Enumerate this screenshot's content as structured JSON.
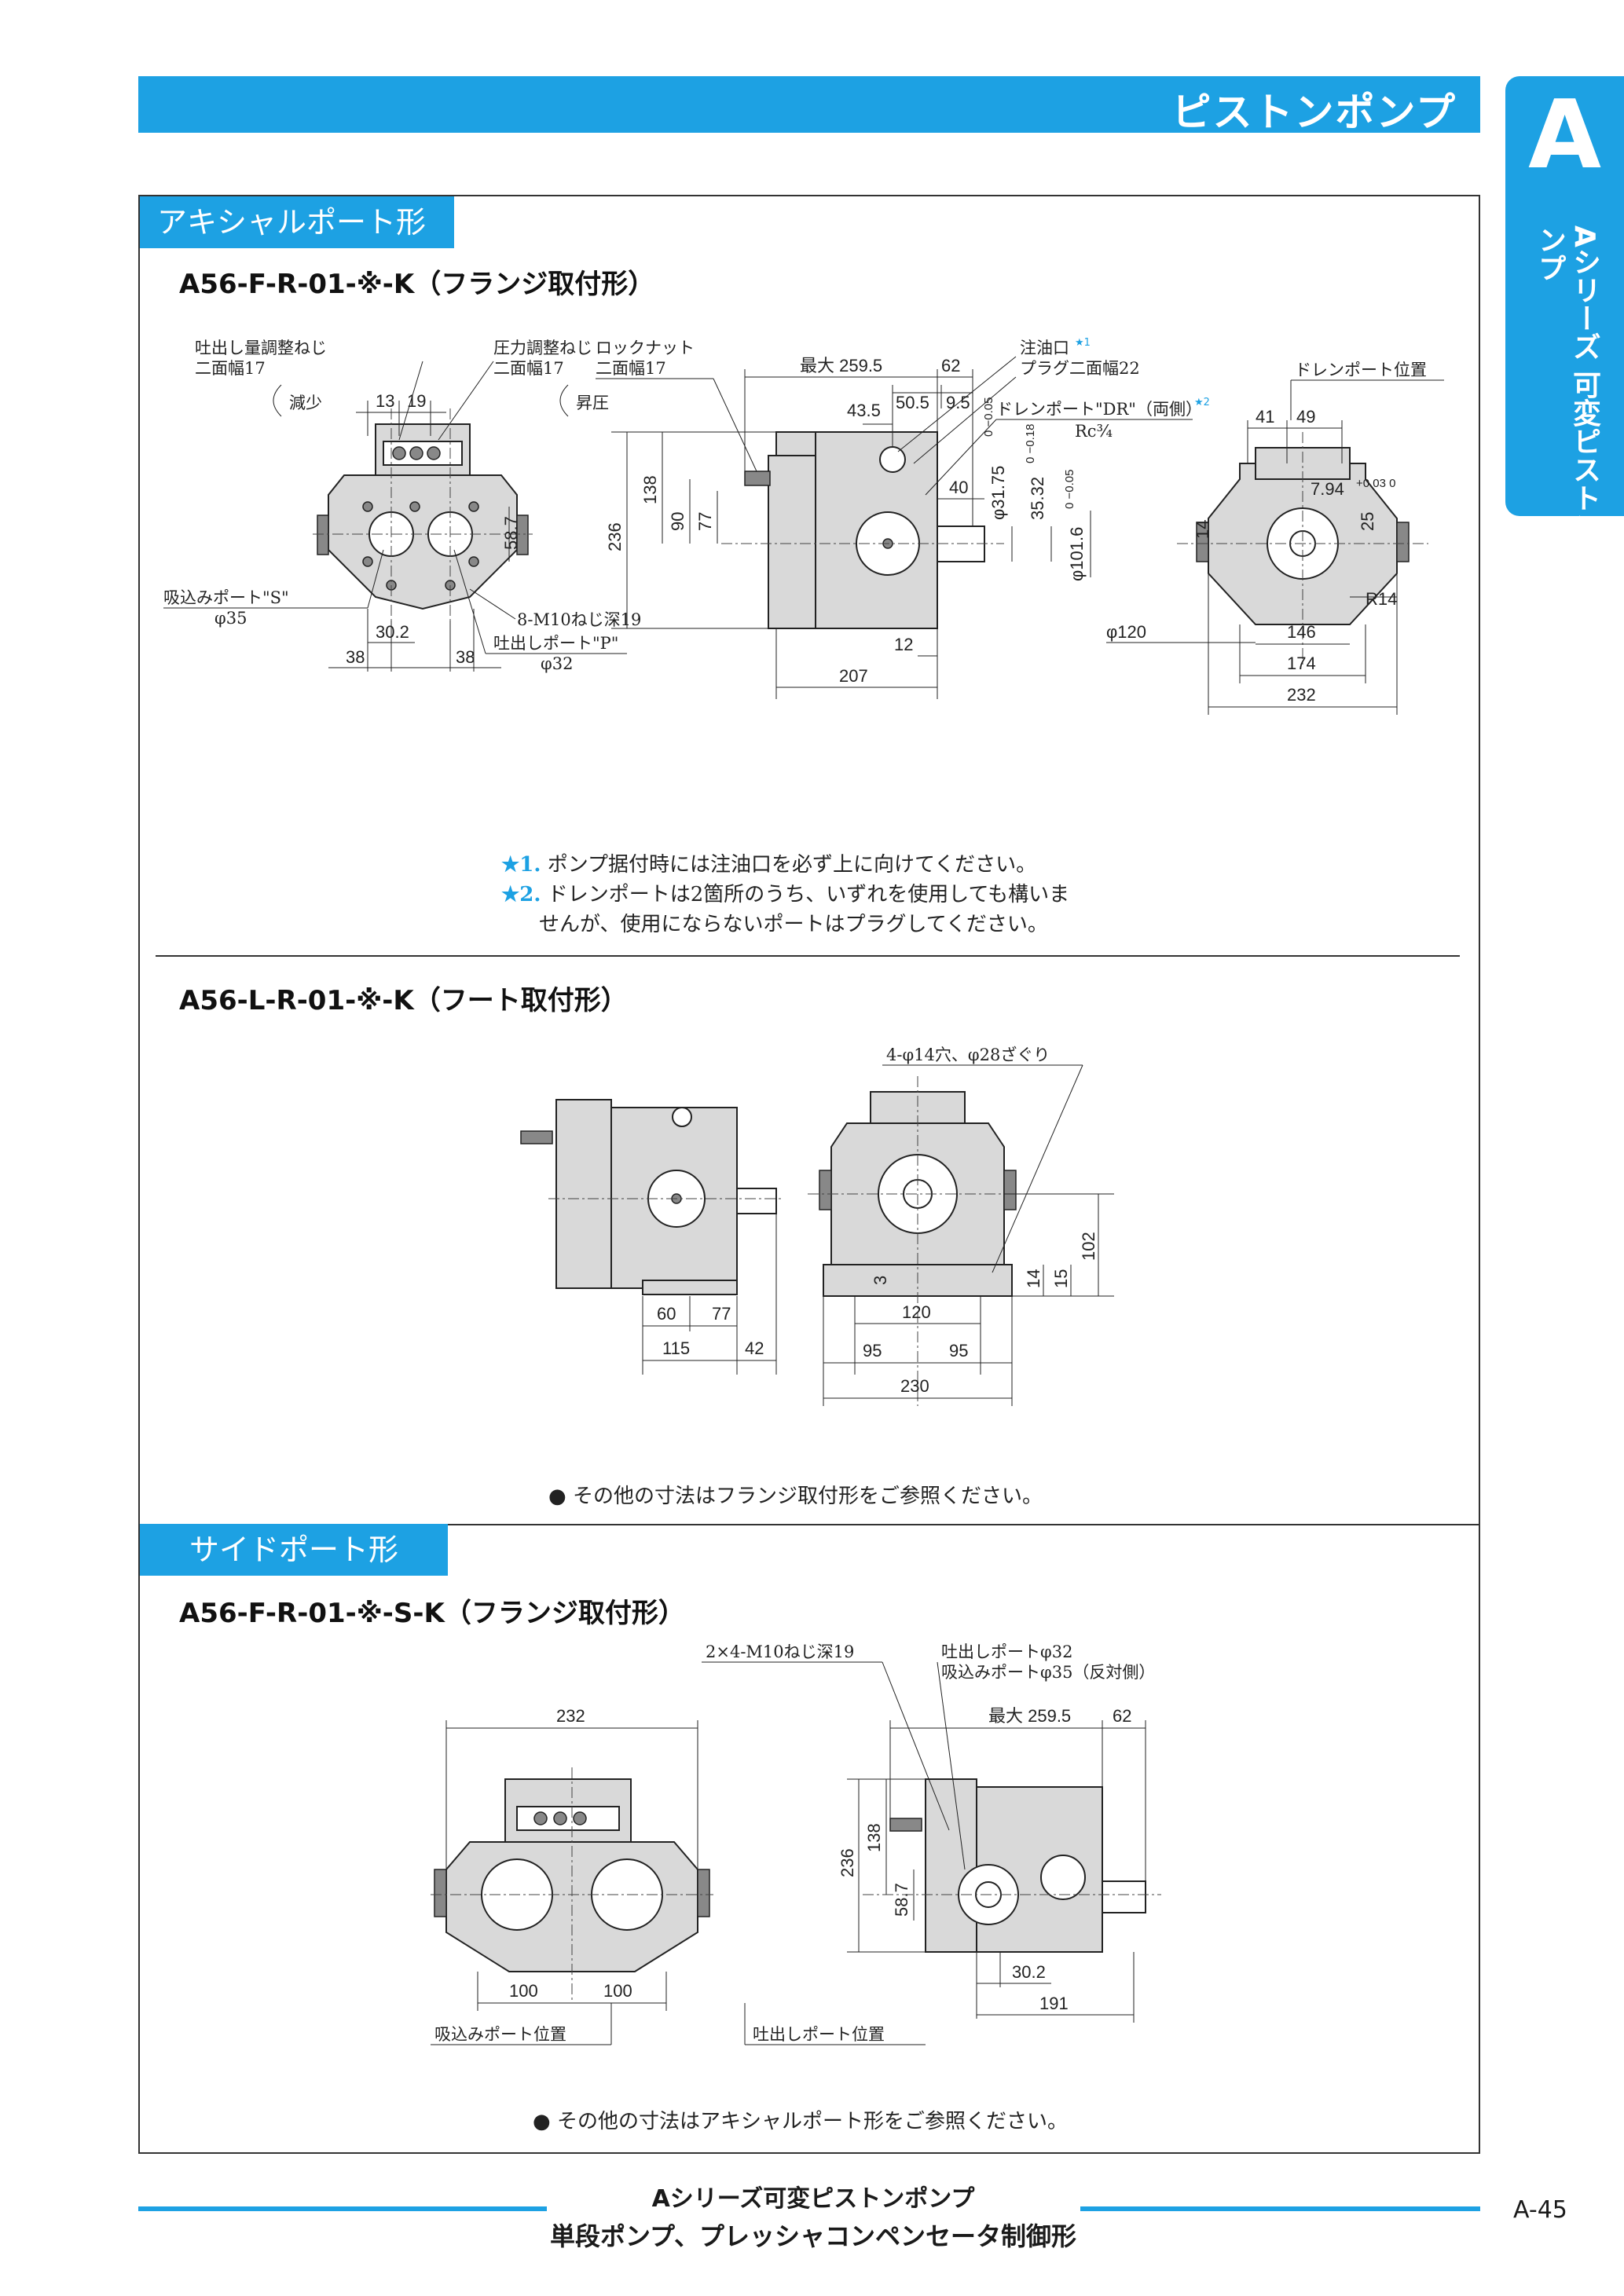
{
  "header": {
    "title": "ピストンポンプ"
  },
  "side_tab": {
    "letter": "A",
    "vertical_text": "Aシリーズ 可変ピストンポンプ"
  },
  "sections": {
    "axial": {
      "tab": "アキシャルポート形",
      "flange_title": "A56-F-R-01-※-K（フランジ取付形）",
      "notes": [
        {
          "mark": "★1.",
          "text": "ポンプ据付時には注油口を必ず上に向けてください。"
        },
        {
          "mark": "★2.",
          "text": "ドレンポートは2箇所のうち、いずれを使用しても構いま"
        },
        {
          "mark": "",
          "text": "せんが、使用にならないポートはプラグしてください。"
        }
      ],
      "foot_title": "A56-L-R-01-※-K（フート取付形）",
      "foot_note": "● その他の寸法はフランジ取付形をご参照ください。"
    },
    "side": {
      "tab": "サイドポート形",
      "title": "A56-F-R-01-※-S-K（フランジ取付形）",
      "note": "● その他の寸法はアキシャルポート形をご参照ください。"
    }
  },
  "drawing1": {
    "labels": {
      "discharge_adj": "吐出し量調整ねじ",
      "flats17a": "二面幅17",
      "decrease": "減少",
      "pressure_adj": "圧力調整ねじ",
      "flats17b": "二面幅17",
      "increase": "昇圧",
      "lock_nut": "ロックナット",
      "flats17c": "二面幅17",
      "oil_port": "注油口",
      "plug22": "プラグ二面幅22",
      "drain_port": "ドレンポート\"DR\"（両側）",
      "rc": "Rc¾",
      "drain_pos": "ドレンポート位置",
      "suction_port": "吸込みポート\"S\"",
      "phi35": "φ35",
      "m10": "8-M10ねじ深19",
      "discharge_port": "吐出しポート\"P\"",
      "phi32": "φ32",
      "r14": "R14",
      "star1": "★1",
      "star2": "★2"
    },
    "dims": {
      "d13": "13",
      "d19": "19",
      "d58_7": "58.7",
      "d30_2": "30.2",
      "d38a": "38",
      "d38b": "38",
      "max259_5": "最大 259.5",
      "d62": "62",
      "d50_5": "50.5",
      "d9_5": "9.5",
      "d43_5": "43.5",
      "d236": "236",
      "d138": "138",
      "d90": "90",
      "d77": "77",
      "d40": "40",
      "d31_75": "φ31.75",
      "tol31": "0 −0.05",
      "d35_32": "35.32",
      "tol35": "0 −0.18",
      "d101_6": "φ101.6",
      "tol101": "0 −0.05",
      "d12": "12",
      "d207": "207",
      "d41": "41",
      "d49": "49",
      "d7_94": "7.94",
      "tol794": "+0.03 0",
      "d14": "14",
      "d25": "25",
      "phi120": "φ120",
      "d146": "146",
      "d174": "174",
      "d232": "232"
    }
  },
  "drawing2": {
    "labels": {
      "holes": "4-φ14穴、φ28ざぐり"
    },
    "dims": {
      "d60": "60",
      "d77": "77",
      "d115": "115",
      "d42": "42",
      "d3": "3",
      "d120": "120",
      "d95a": "95",
      "d95b": "95",
      "d230": "230",
      "d14": "14",
      "d15": "15",
      "d102": "102"
    }
  },
  "drawing3": {
    "labels": {
      "m10": "2×4-M10ねじ深19",
      "discharge": "吐出しポートφ32",
      "suction": "吸込みポートφ35（反対側）",
      "suction_pos": "吸込みポート位置",
      "discharge_pos": "吐出しポート位置"
    },
    "dims": {
      "d232": "232",
      "d100a": "100",
      "d100b": "100",
      "max259_5": "最大 259.5",
      "d62": "62",
      "d236": "236",
      "d138": "138",
      "d58_7": "58.7",
      "d30_2": "30.2",
      "d191": "191"
    }
  },
  "footer": {
    "line1": "Aシリーズ可変ピストンポンプ",
    "line2": "単段ポンプ、プレッシャコンペンセータ制御形",
    "page": "A-45"
  }
}
